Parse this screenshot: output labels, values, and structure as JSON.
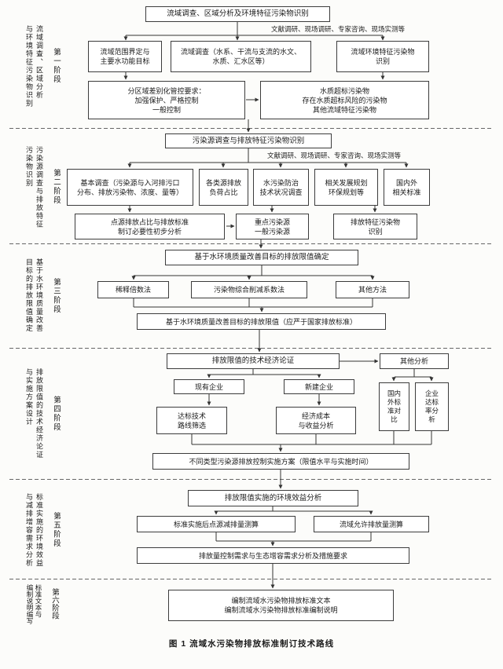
{
  "caption": "图 1 流域水污染物排放标准制订技术路线",
  "stages": [
    {
      "num": "第一阶段",
      "desc": "流域调查、区域分析\n与环境特征污染物识别"
    },
    {
      "num": "第二阶段",
      "desc": "污染源调查与排放特征\n污染物识别"
    },
    {
      "num": "第三阶段",
      "desc": "基于水环境质量改善\n目标的排放限值确定"
    },
    {
      "num": "第四阶段",
      "desc": "排放限值的技术经济论证\n与实施方案设计"
    },
    {
      "num": "第五阶段",
      "desc": "标准实施的环境效益\n与减排增容需求分析"
    },
    {
      "num": "第六阶段",
      "desc": "标准文本与\n编制说明编写"
    }
  ],
  "nodes": {
    "s1_main": "流域调查、区域分析及环境特征污染物识别",
    "s1_note": "文献调研、现场调研、专家咨询、现场实测等",
    "s1_scope": "流域范围界定与\n主要水功能目标",
    "s1_survey": "流域调查（水系、干流与支流的水文、\n水质、汇水区等）",
    "s1_pollutant_id": "流域环境特征污染物\n识别",
    "s1_zone": "分区域差别化管控要求：\n加强保护、严格控制\n一般控制",
    "s1_exceed": "水质超标污染物\n存在水质超标风险的污染物\n其他流域特征污染物",
    "s2_main": "污染源调查与排放特征污染物识别",
    "s2_note": "文献调研、现场调研、专家咨询、现场实测等",
    "s2_basic": "基本调查（污染源与入河排污口\n分布、排放污染物、浓度、量等）",
    "s2_load": "各类源排放\n负荷占比",
    "s2_tech": "水污染防治\n技术状况调查",
    "s2_plan": "相关发展规划\n环保规划等",
    "s2_std": "国内外\n相关标准",
    "s2_point": "点源排放占比与排放标准\n制订必要性初步分析",
    "s2_key": "重点污染源\n一般污染源",
    "s2_feature": "排放特征污染物\n识别",
    "s3_main": "基于水环境质量改善目标的排放限值确定",
    "s3_dilution": "稀释倍数法",
    "s3_coeff": "污染物综合削减系数法",
    "s3_other": "其他方法",
    "s3_limit": "基于水环境质量改善目标的排放限值（应严于国家排放标准）",
    "s4_main": "排放限值的技术经济论证",
    "s4_other": "其他分析",
    "s4_existing": "现有企业",
    "s4_new": "新建企业",
    "s4_std_compare": "国内\n外标\n准对\n比",
    "s4_rate": "企业\n达标\n率分\n析",
    "s4_route": "达标技术\n路线筛选",
    "s4_cost": "经济成本\n与收益分析",
    "s4_scheme": "不同类型污染源排放控制实施方案（限值水平与实施时间）",
    "s5_main": "排放限值实施的环境效益分析",
    "s5_reduce": "标准实施后点源减排量测算",
    "s5_allow": "流域允许排放量测算",
    "s5_demand": "排放量控制需求与生态增容需求分析及措施要求",
    "s6_main": "编制流域水污染物排放标准文本\n编制流域水污染物排放标准编制说明"
  }
}
